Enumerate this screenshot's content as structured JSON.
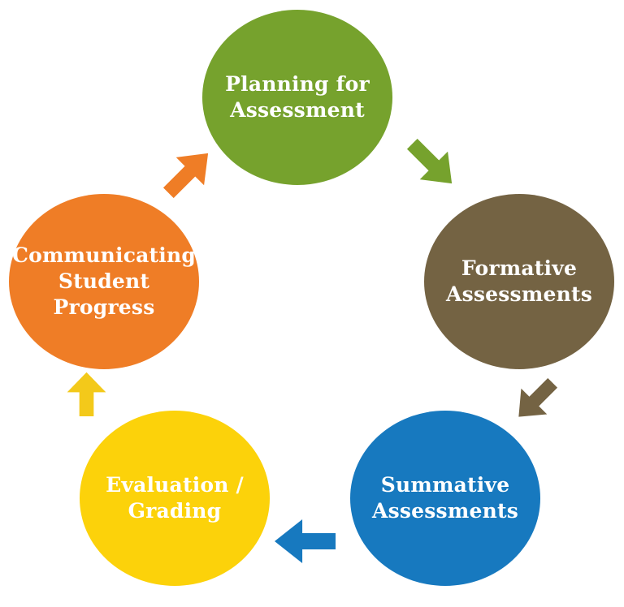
{
  "background_color": "#ffffff",
  "diagram": {
    "type": "cycle",
    "nodes": [
      {
        "id": "planning",
        "label": "Planning for\nAssessment",
        "color": "#76a22d",
        "text_color": "#ffffff"
      },
      {
        "id": "formative",
        "label": "Formative\nAssessments",
        "color": "#746343",
        "text_color": "#ffffff"
      },
      {
        "id": "summative",
        "label": "Summative\nAssessments",
        "color": "#1779bf",
        "text_color": "#ffffff"
      },
      {
        "id": "evaluation",
        "label": "Evaluation /\nGrading",
        "color": "#fcd20a",
        "text_color": "#ffffff"
      },
      {
        "id": "communicating",
        "label": "Communicating\nStudent\nProgress",
        "color": "#ef7d26",
        "text_color": "#ffffff"
      }
    ],
    "arrows": [
      {
        "id": "planning-to-formative",
        "direction": "down-right",
        "color": "#76a22d"
      },
      {
        "id": "formative-to-summative",
        "direction": "down-left",
        "color": "#746343"
      },
      {
        "id": "summative-to-evaluation",
        "direction": "left",
        "color": "#1779bf"
      },
      {
        "id": "evaluation-to-communicating",
        "direction": "up",
        "color": "#f3c91a"
      },
      {
        "id": "communicating-to-planning",
        "direction": "up-right",
        "color": "#ef7d26"
      }
    ]
  }
}
